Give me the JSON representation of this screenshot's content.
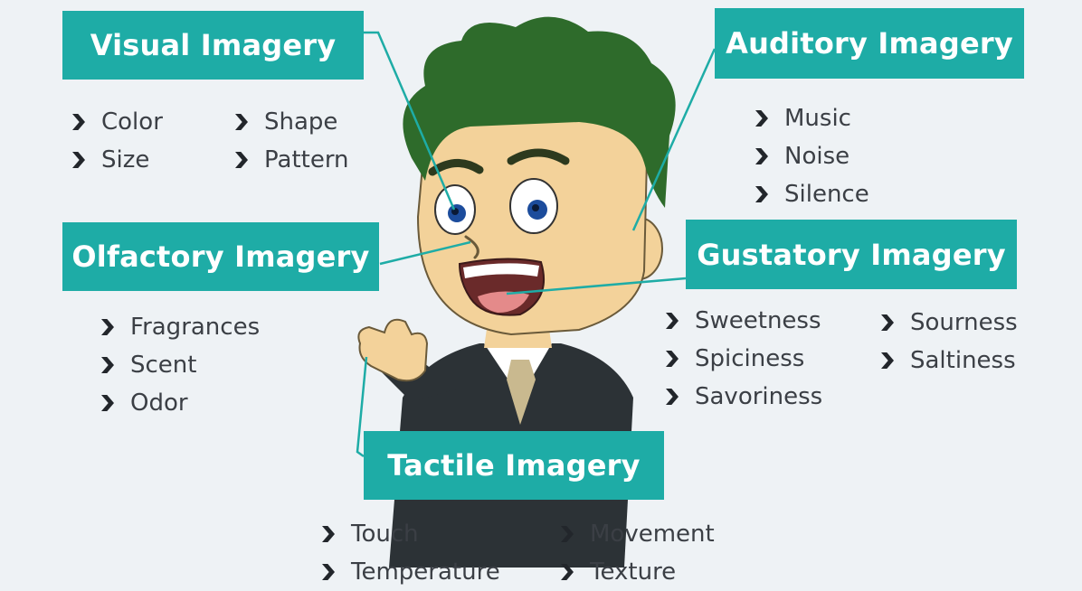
{
  "colors": {
    "accent": "#1eaca6",
    "background": "#eef2f5",
    "text": "#3b3f45",
    "chevron": "#22262b"
  },
  "categories": {
    "visual": {
      "title": "Visual Imagery",
      "items": [
        "Color",
        "Shape",
        "Size",
        "Pattern"
      ]
    },
    "auditory": {
      "title": "Auditory Imagery",
      "items": [
        "Music",
        "Noise",
        "Silence"
      ]
    },
    "olfactory": {
      "title": "Olfactory Imagery",
      "items": [
        "Fragrances",
        "Scent",
        "Odor"
      ]
    },
    "gustatory": {
      "title": "Gustatory Imagery",
      "items": [
        "Sweetness",
        "Sourness",
        "Spiciness",
        "Saltiness",
        "Savoriness"
      ]
    },
    "tactile": {
      "title": "Tactile Imagery",
      "items": [
        "Touch",
        "Movement",
        "Temperature",
        "Texture"
      ]
    }
  },
  "icons": {
    "bullet": "chevron-right-icon",
    "illustration": "cartoon-man-illustration"
  }
}
